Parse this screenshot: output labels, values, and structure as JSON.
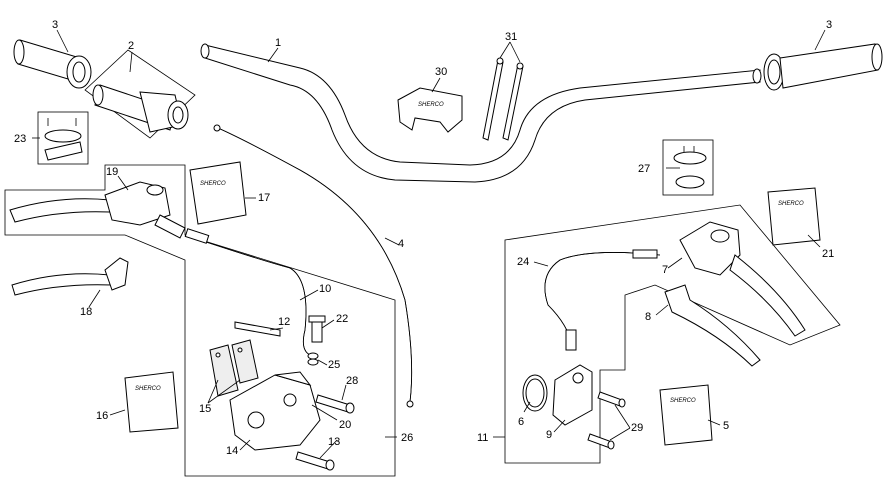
{
  "diagram": {
    "type": "exploded-parts-diagram",
    "callouts": [
      "1",
      "2",
      "3",
      "3",
      "4",
      "5",
      "6",
      "7",
      "8",
      "9",
      "10",
      "11",
      "12",
      "13",
      "14",
      "15",
      "16",
      "17",
      "18",
      "19",
      "20",
      "21",
      "22",
      "23",
      "24",
      "25",
      "26",
      "27",
      "28",
      "29",
      "30",
      "31"
    ],
    "sticker_text": "SHERCO"
  }
}
